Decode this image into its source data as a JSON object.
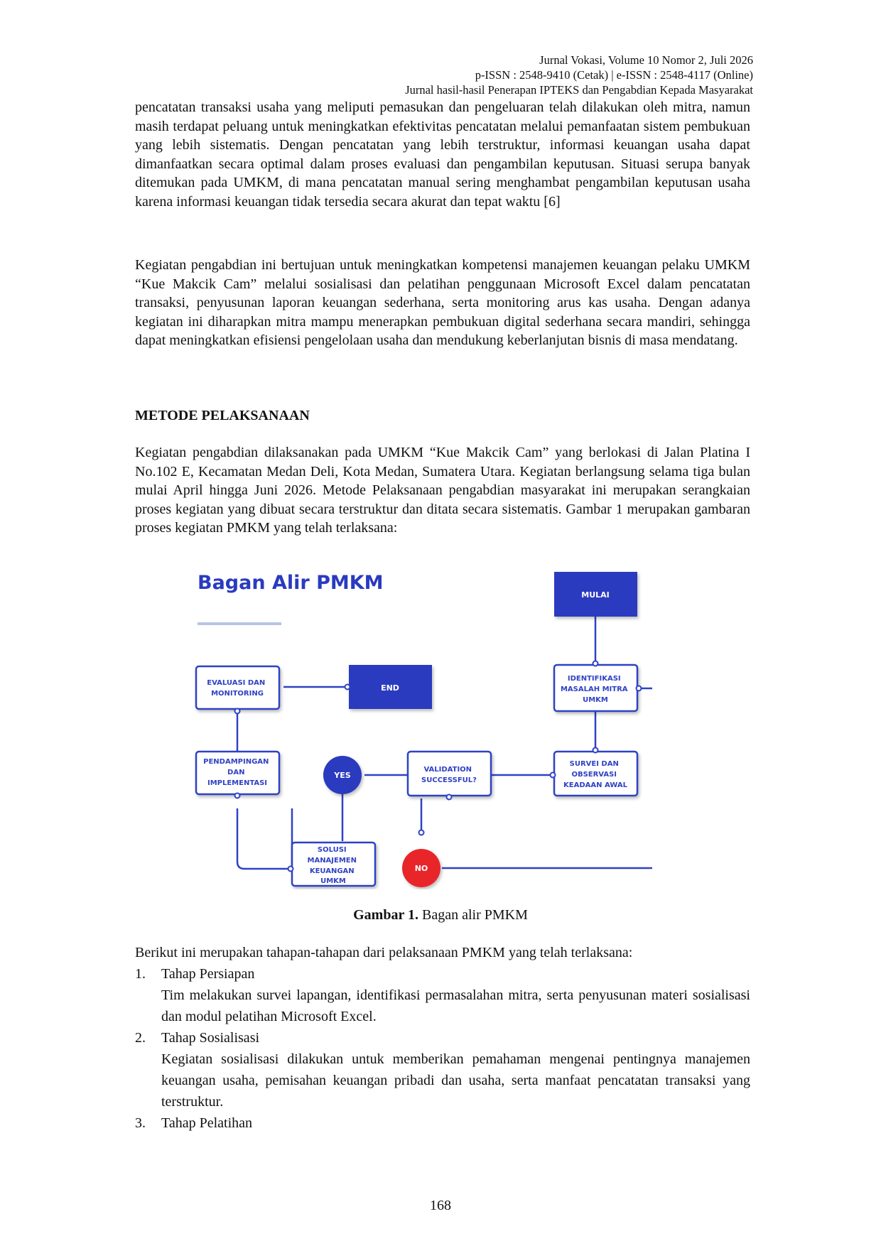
{
  "header": {
    "line1": "Jurnal Vokasi, Volume 10 Nomor 2, Juli 2026",
    "line2": "p-ISSN : 2548-9410 (Cetak) | e-ISSN : 2548-4117 (Online)",
    "line3": "Jurnal hasil-hasil Penerapan IPTEKS dan Pengabdian Kepada Masyarakat"
  },
  "paragraphs": {
    "p1": "pencatatan transaksi usaha yang meliputi pemasukan dan pengeluaran telah dilakukan oleh mitra, namun masih terdapat peluang untuk meningkatkan efektivitas pencatatan melalui pemanfaatan sistem pembukuan yang lebih sistematis. Dengan pencatatan yang lebih terstruktur, informasi keuangan usaha dapat dimanfaatkan secara optimal dalam proses evaluasi dan pengambilan keputusan. Situasi serupa banyak ditemukan pada UMKM, di mana pencatatan manual sering menghambat pengambilan keputusan usaha karena informasi keuangan tidak tersedia secara akurat dan tepat waktu [6]",
    "p2": "Kegiatan pengabdian ini bertujuan untuk meningkatkan kompetensi manajemen keuangan pelaku UMKM “Kue Makcik Cam” melalui sosialisasi dan pelatihan penggunaan Microsoft Excel dalam pencatatan transaksi, penyusunan laporan keuangan sederhana, serta monitoring arus kas usaha. Dengan adanya kegiatan ini diharapkan mitra mampu menerapkan pembukuan digital sederhana secara mandiri, sehingga dapat meningkatkan efisiensi pengelolaan usaha dan mendukung keberlanjutan bisnis di masa mendatang.",
    "p3": "Kegiatan pengabdian dilaksanakan pada UMKM “Kue Makcik Cam” yang berlokasi di Jalan Platina I No.102 E, Kecamatan Medan Deli, Kota Medan, Sumatera Utara. Kegiatan berlangsung selama tiga bulan mulai April hingga Juni 2026. Metode Pelaksanaan pengabdian masyarakat ini merupakan serangkaian proses kegiatan yang dibuat secara terstruktur dan ditata secara sistematis. Gambar 1 merupakan gambaran proses kegiatan PMKM yang telah terlaksana:",
    "p4": "Berikut ini merupakan tahapan-tahapan dari pelaksanaan PMKM yang telah terlaksana:"
  },
  "section_heading": "METODE PELAKSANAAN",
  "diagram": {
    "title": "Bagan Alir PMKM",
    "nodes": {
      "mulai": "MULAI",
      "identifikasi": [
        "IDENTIFIKASI",
        "MASALAH MITRA",
        "UMKM"
      ],
      "survei": [
        "SURVEI DAN",
        "OBSERVASI",
        "KEADAAN AWAL"
      ],
      "validation": [
        "VALIDATION",
        "SUCCESSFUL?"
      ],
      "yes": "YES",
      "no": "NO",
      "solusi": [
        "SOLUSI",
        "MANAJEMEN",
        "KEUANGAN",
        "UMKM"
      ],
      "pendampingan": [
        "PENDAMPINGAN",
        "DAN",
        "IMPLEMENTASI"
      ],
      "evaluasi": [
        "EVALUASI DAN",
        "MONITORING"
      ],
      "end": "END"
    },
    "colors": {
      "primary": "#2a3bbf",
      "outline": "#2f42c4",
      "no_red": "#e8262b",
      "divider": "#b8c4e4"
    }
  },
  "caption": {
    "label": "Gambar 1.",
    "text": " Bagan alir PMKM"
  },
  "steps": [
    {
      "num": "1.",
      "title": "Tahap Persiapan",
      "desc": "Tim melakukan survei lapangan, identifikasi permasalahan mitra, serta penyusunan materi sosialisasi dan modul pelatihan Microsoft Excel."
    },
    {
      "num": "2.",
      "title": "Tahap Sosialisasi",
      "desc": "Kegiatan sosialisasi dilakukan untuk memberikan pemahaman mengenai pentingnya manajemen keuangan usaha, pemisahan keuangan pribadi dan usaha, serta manfaat pencatatan transaksi yang terstruktur."
    },
    {
      "num": "3.",
      "title": "Tahap Pelatihan",
      "desc": ""
    }
  ],
  "page_number": "168"
}
